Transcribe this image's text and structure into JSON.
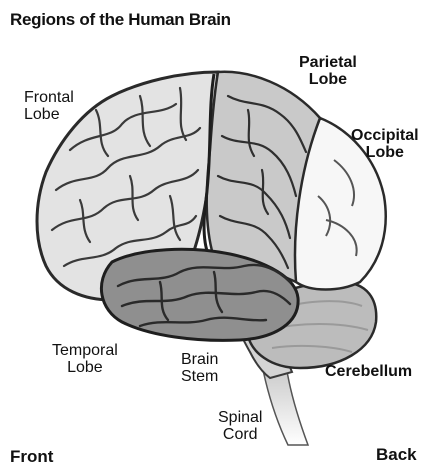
{
  "title": "Regions of the Human Brain",
  "labels": {
    "frontal": [
      "Frontal",
      "Lobe"
    ],
    "parietal": [
      "Parietal",
      "Lobe"
    ],
    "occipital": [
      "Occipital",
      "Lobe"
    ],
    "temporal": [
      "Temporal",
      "Lobe"
    ],
    "brain_stem": [
      "Brain",
      "Stem"
    ],
    "cerebellum": "Cerebellum",
    "spinal_cord": [
      "Spinal",
      "Cord"
    ],
    "front": "Front",
    "back": "Back"
  },
  "colors": {
    "frontal": "#e3e3e3",
    "parietal": "#c9c9c9",
    "occipital": "#f7f7f7",
    "temporal": "#8f8f8f",
    "cerebellum": "#bcbcbc",
    "brain_stem": "#d4d4d4",
    "outline": "#2a2a2a"
  }
}
